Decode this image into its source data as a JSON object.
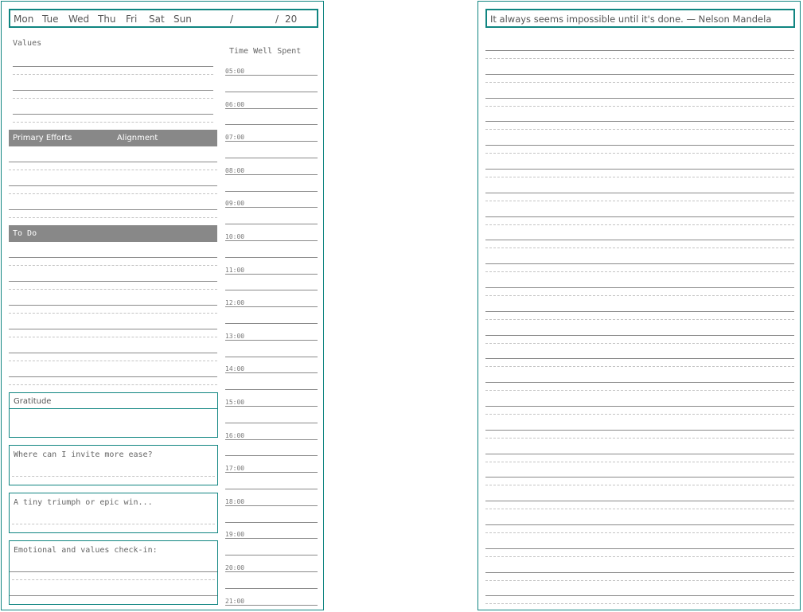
{
  "left": {
    "days": [
      "Mon",
      "Tue",
      "Wed",
      "Thu",
      "Fri",
      "Sat",
      "Sun"
    ],
    "date_sep1": "/",
    "date_sep2": "/",
    "year_prefix": "20",
    "values_label": "Values",
    "time_label": "Time Well Spent",
    "primary_efforts_label": "Primary Efforts",
    "alignment_label": "Alignment",
    "todo_label": "To Do",
    "gratitude_label": "Gratitude",
    "ease_prompt": "Where can I invite more ease?",
    "triumph_prompt": "A tiny triumph or epic win...",
    "checkin_prompt": "Emotional and values check-in:",
    "times": [
      "05:00",
      "06:00",
      "07:00",
      "08:00",
      "09:00",
      "10:00",
      "11:00",
      "12:00",
      "13:00",
      "14:00",
      "15:00",
      "16:00",
      "17:00",
      "18:00",
      "19:00",
      "20:00",
      "21:00"
    ]
  },
  "right": {
    "quote": "It always seems impossible until it's done. — Nelson Mandela"
  },
  "colors": {
    "accent": "#108581",
    "bar": "#888888"
  }
}
